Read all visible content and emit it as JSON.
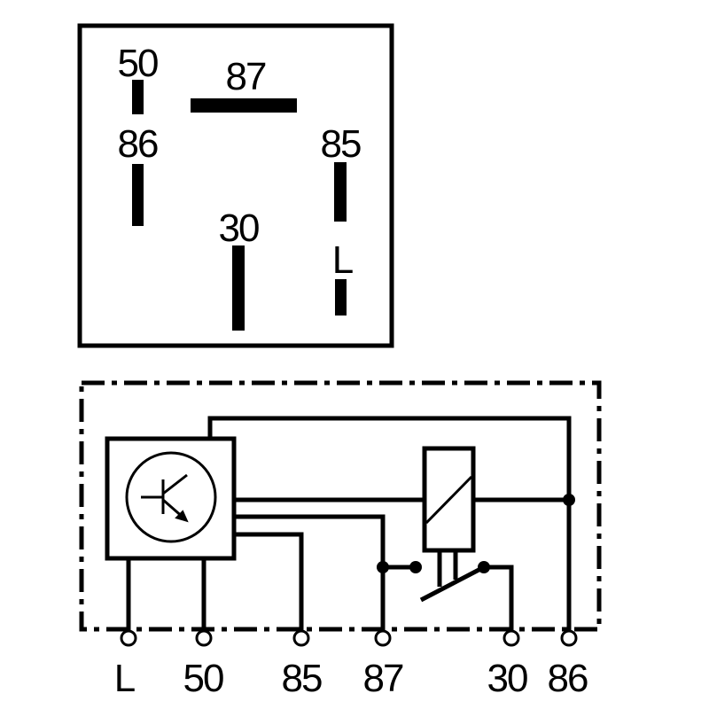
{
  "pinout": {
    "labels": {
      "p50": "50",
      "p87": "87",
      "p86": "86",
      "p85": "85",
      "p30": "30",
      "pL": "L"
    }
  },
  "schematic": {
    "terminals": [
      "L",
      "50",
      "85",
      "87",
      "30",
      "86"
    ]
  },
  "colors": {
    "ink": "#000000",
    "background": "#ffffff"
  }
}
